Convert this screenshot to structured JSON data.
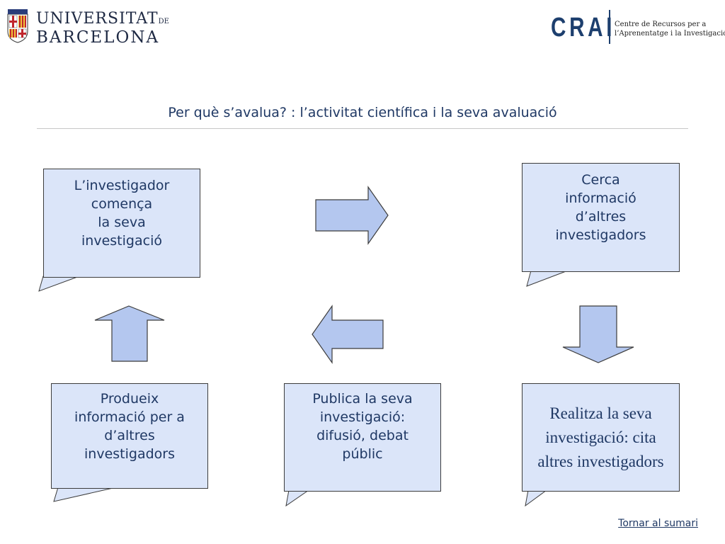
{
  "header": {
    "ub_logo": {
      "line1_main": "UNIVERSITAT",
      "line1_de": "DE",
      "line2": "BARCELONA"
    },
    "crai_logo": {
      "word": "CRAI",
      "subtitle_line1": "Centre de Recursos per a",
      "subtitle_line2": "l’Aprenentatge i la Investigació"
    }
  },
  "title": "Per què s’avalua? : l’activitat científica i la seva avaluació",
  "diagram": {
    "steps": [
      {
        "id": "start",
        "text": "L’investigador\ncomença\nla seva\ninvestigació"
      },
      {
        "id": "search",
        "text": "Cerca\ninformació\nd’altres\ninvestigadors"
      },
      {
        "id": "research",
        "text": "Realitza la seva investigació: cita altres investigadors"
      },
      {
        "id": "publish",
        "text": "Publica la seva\ninvestigació:\ndifusió, debat\npúblic"
      },
      {
        "id": "produce",
        "text": "Produeix\ninformació per a\nd’altres\ninvestigadors"
      }
    ],
    "arrows": [
      "right",
      "down",
      "left",
      "up"
    ],
    "colors": {
      "box_fill": "#dbe5f9",
      "arrow_fill": "#b4c7ef",
      "text": "#1f3864"
    }
  },
  "footer": {
    "back_link": "Tornar al sumari"
  }
}
